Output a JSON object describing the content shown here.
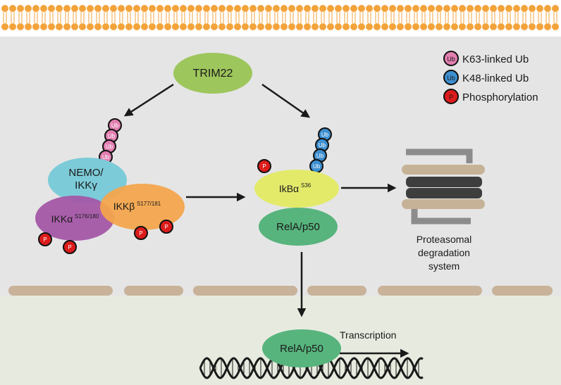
{
  "legend": {
    "items": [
      {
        "badge": "Ub",
        "label": "K63-linked Ub",
        "color": "#e27fb0"
      },
      {
        "badge": "Ub",
        "label": "K48-linked Ub",
        "color": "#3d8fd0"
      },
      {
        "badge": "P",
        "label": "Phosphorylation",
        "color": "#dc1c1c"
      }
    ]
  },
  "nodes": {
    "trim22": "TRIM22",
    "nemo_line1": "NEMO/",
    "nemo_line2": "IKKγ",
    "ikka": "IKKα",
    "ikka_sup": "S176/180",
    "ikkb": "IKKβ",
    "ikkb_sup": "S177/181",
    "ikba": "IkBα",
    "ikba_sup": "S36",
    "rela_cyto": "RelA/p50",
    "rela_nuc": "RelA/p50"
  },
  "proteasome": {
    "line1": "Proteasomal",
    "line2": "degradation",
    "line3": "system"
  },
  "transcription_label": "Transcription",
  "badge_text": {
    "ub": "Ub",
    "p": "P"
  },
  "colors": {
    "cytoplasm": "#e5e5e5",
    "nucleus": "#e7ebdf",
    "membrane": "#f3a33a",
    "trim22": "#9dc65c",
    "nemo": "#7ccbd8",
    "ikka": "#a455a6",
    "ikkb": "#f4a54a",
    "ikba": "#e3ea6a",
    "rela": "#57b47d",
    "k63": "#e27fb0",
    "k48": "#3d8fd0",
    "phospho": "#dc1c1c",
    "envelope": "#c9b29a",
    "proteasome_tan": "#c6b296",
    "proteasome_dark": "#3e3e3e",
    "proteasome_frame": "#8c8c8c"
  }
}
